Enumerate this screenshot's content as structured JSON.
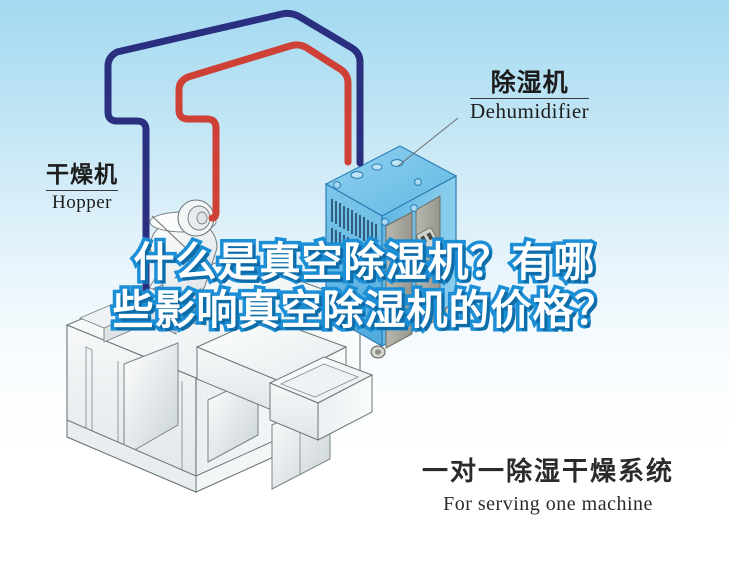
{
  "background": {
    "top_color": "#a3d9f0",
    "bottom_color": "#ffffff"
  },
  "palette": {
    "pipe_supply": "#2b2f80",
    "pipe_return": "#cf4136",
    "machine_blue": "#6fc0e8",
    "machine_blue_dark": "#3c9fd4",
    "machine_gray": "#a9a9a1",
    "molder_white": "#f2f5f6",
    "title_fill": "#ffffff",
    "title_stroke": "#1b8ed6",
    "text_dark": "#1c1c1c"
  },
  "callouts": {
    "hopper": {
      "cn": "干燥机",
      "en": "Hopper"
    },
    "dehumidifier": {
      "cn": "除湿机",
      "en": "Dehumidifier"
    }
  },
  "title": {
    "line1": "什么是真空除湿机？有哪",
    "line2": "些影响真空除湿机的价格？"
  },
  "caption": {
    "cn": "一对一除湿干燥系统",
    "en": "For serving one machine"
  },
  "diagram": {
    "type": "equipment-schematic",
    "components": [
      "hopper-dryer",
      "dehumidifier-cabinet",
      "injection-molding-machine",
      "supply-air-pipe",
      "return-air-pipe"
    ]
  }
}
